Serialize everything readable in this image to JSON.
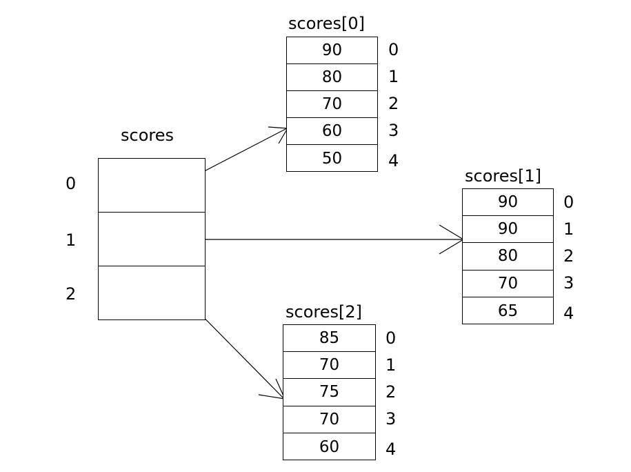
{
  "diagram": {
    "title_root": "scores",
    "background_color": "#ffffff",
    "line_color": "#000000",
    "text_color": "#000000"
  },
  "root_array": {
    "name": "scores",
    "indices": [
      "0",
      "1",
      "2"
    ],
    "cells": [
      "",
      "",
      ""
    ]
  },
  "sub_arrays": [
    {
      "name": "scores[0]",
      "values": [
        "90",
        "80",
        "70",
        "60",
        "50"
      ],
      "indices": [
        "0",
        "1",
        "2",
        "3",
        "4"
      ]
    },
    {
      "name": "scores[1]",
      "values": [
        "90",
        "90",
        "80",
        "70",
        "65"
      ],
      "indices": [
        "0",
        "1",
        "2",
        "3",
        "4"
      ]
    },
    {
      "name": "scores[2]",
      "values": [
        "85",
        "70",
        "75",
        "70",
        "60"
      ],
      "indices": [
        "0",
        "1",
        "2",
        "3",
        "4"
      ]
    }
  ],
  "arrows": [
    {
      "name": "arrow-scores-0",
      "from_cell": "0",
      "to_array": "scores[0]"
    },
    {
      "name": "arrow-scores-1",
      "from_cell": "1",
      "to_array": "scores[1]"
    },
    {
      "name": "arrow-scores-2",
      "from_cell": "2",
      "to_array": "scores[2]"
    }
  ]
}
